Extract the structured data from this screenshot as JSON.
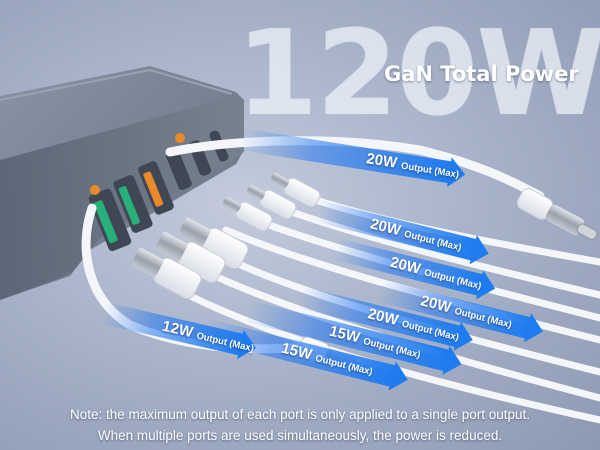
{
  "headline": {
    "watt_text": "120W",
    "subtitle": "GaN Total Power"
  },
  "ports": [
    {
      "watt": "20W",
      "output": "Output (Max)",
      "connector": "USB-C"
    },
    {
      "watt": "20W",
      "output": "Output (Max)",
      "connector": "USB-C"
    },
    {
      "watt": "20W",
      "output": "Output (Max)",
      "connector": "USB-C"
    },
    {
      "watt": "20W",
      "output": "Output (Max)",
      "connector": "USB-C"
    },
    {
      "watt": "20W",
      "output": "Output (Max)",
      "connector": "USB-A"
    },
    {
      "watt": "15W",
      "output": "Output (Max)",
      "connector": "USB-A"
    },
    {
      "watt": "15W",
      "output": "Output (Max)",
      "connector": "USB-A"
    },
    {
      "watt": "12W",
      "output": "Output (Max)",
      "connector": "Lightning"
    }
  ],
  "note": {
    "line1": "Note: the maximum output of each port is only applied to a single port output.",
    "line2": "When multiple ports are used simultaneously, the power is reduced."
  },
  "colors": {
    "background": "#a9b4ca",
    "charger_body": "#6b7587",
    "arrow_blue": "#1e7cf0",
    "cable_white": "#f4f6fa",
    "usb_a_green": "#27b07a",
    "usb_a_orange": "#e8892a"
  }
}
